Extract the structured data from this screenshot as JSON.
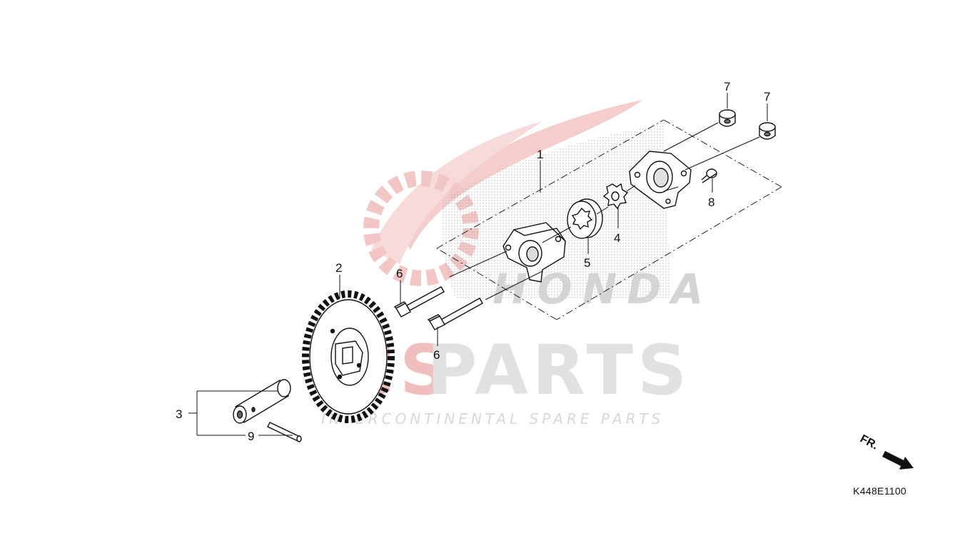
{
  "watermark": {
    "brand_text": "PARTS",
    "brand_prefix": "ICS",
    "tagline": "INTERCONTINENTAL SPARE PARTS",
    "honda_text": "HONDA",
    "brand_color": "#e02020",
    "gray_color": "#b8b8b8"
  },
  "callouts": {
    "c1": "1",
    "c2": "2",
    "c3": "3",
    "c4": "4",
    "c5": "5",
    "c6a": "6",
    "c6b": "6",
    "c7a": "7",
    "c7b": "7",
    "c8": "8",
    "c9": "9"
  },
  "direction_label": "FR.",
  "diagram_code": "K448E1100"
}
